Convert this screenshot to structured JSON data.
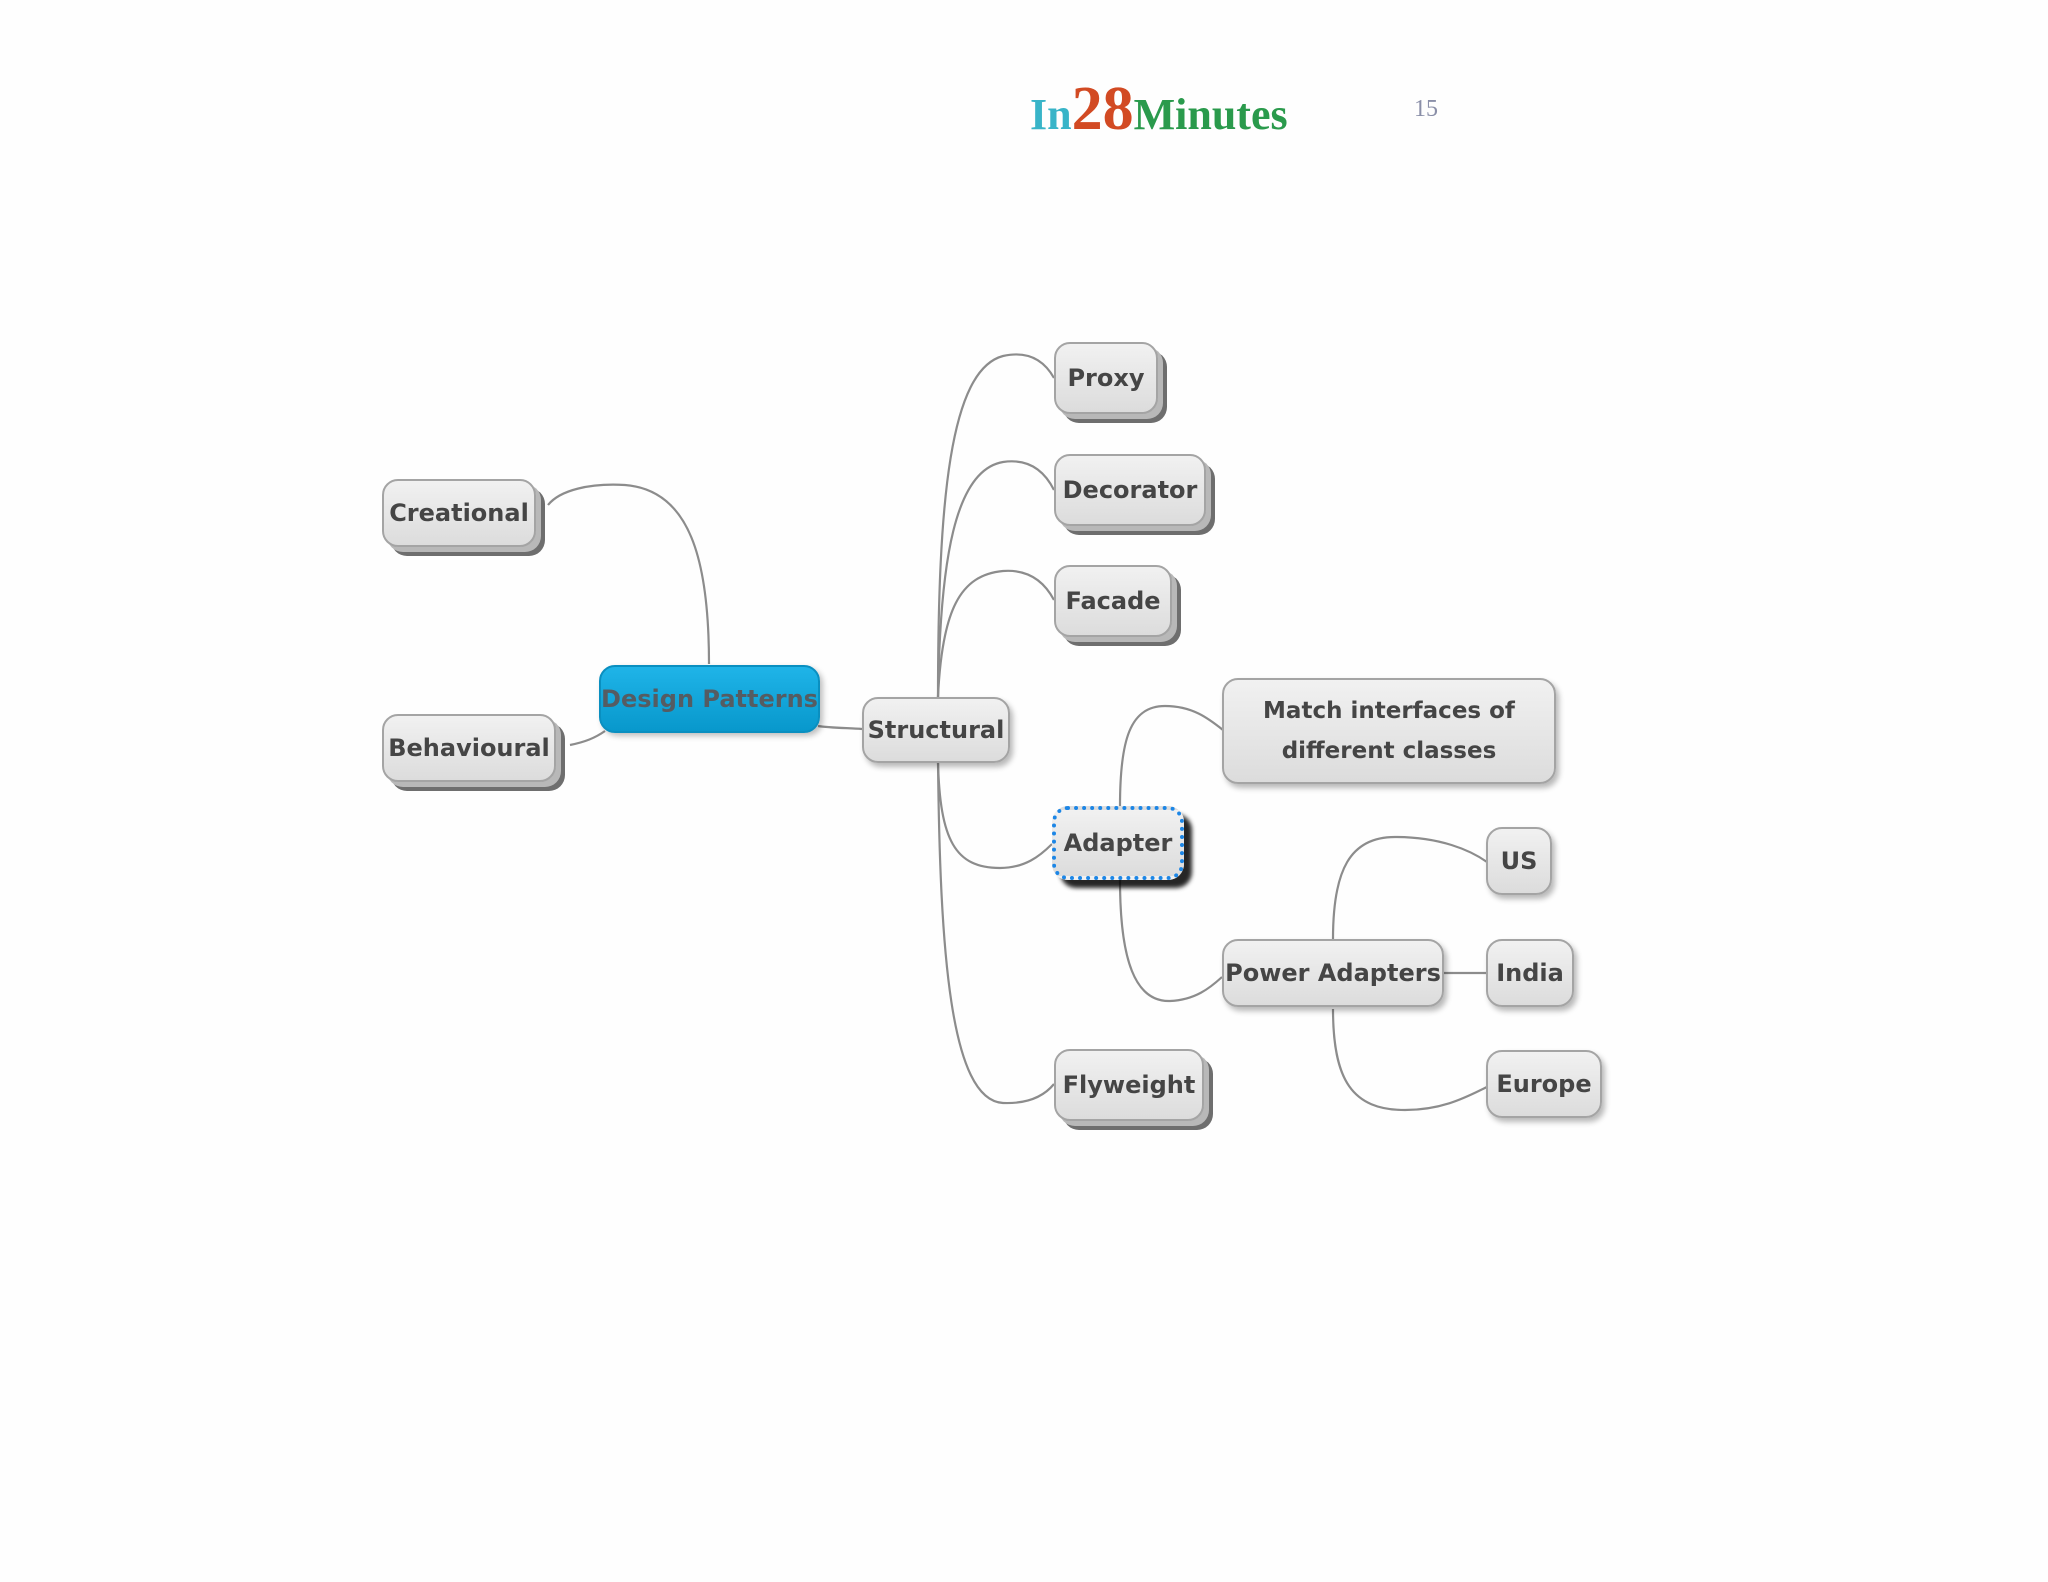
{
  "header": {
    "logo": {
      "part1": "In",
      "part2": "28",
      "part3": "Minutes"
    },
    "page_number": "15"
  },
  "mindmap": {
    "root": "Design Patterns",
    "creational": "Creational",
    "behavioural": "Behavioural",
    "structural": "Structural",
    "proxy": "Proxy",
    "decorator": "Decorator",
    "facade": "Facade",
    "adapter": "Adapter",
    "flyweight": "Flyweight",
    "adapter_note": "Match interfaces of different classes",
    "power_adapters": "Power Adapters",
    "us": "US",
    "india": "India",
    "europe": "Europe"
  },
  "colors": {
    "root_fill": "#0fa6da",
    "node_fill": "#e6e6e6",
    "selected_border": "#1c86e6",
    "logo_in": "#38b4c8",
    "logo_28": "#d24a23",
    "logo_minutes": "#2a9a4c"
  }
}
